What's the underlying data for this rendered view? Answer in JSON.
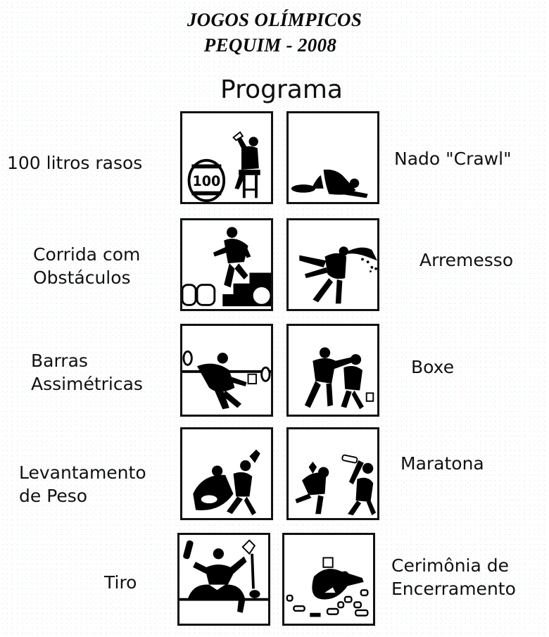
{
  "header": {
    "title_line1": "JOGOS OLÍMPICOS",
    "title_line2": "PEQUIM - 2008",
    "subtitle": "Programa"
  },
  "events": [
    {
      "label_lines": [
        "100 litros rasos"
      ],
      "side": "left",
      "pictogram": "barrel-drinker-icon",
      "barrel_text": "100"
    },
    {
      "label_lines": [
        "Nado \"Crawl\""
      ],
      "side": "right",
      "pictogram": "crawling-man-icon"
    },
    {
      "label_lines": [
        "Corrida com",
        "Obstáculos"
      ],
      "side": "left",
      "pictogram": "stumbling-over-barrels-icon"
    },
    {
      "label_lines": [
        "Arremesso"
      ],
      "side": "right",
      "pictogram": "vomiting-man-icon"
    },
    {
      "label_lines": [
        "Barras",
        "Assimétricas"
      ],
      "side": "left",
      "pictogram": "bar-counter-fall-icon"
    },
    {
      "label_lines": [
        "Boxe"
      ],
      "side": "right",
      "pictogram": "bar-fight-icon"
    },
    {
      "label_lines": [
        "Levantamento",
        "de Peso"
      ],
      "side": "left",
      "pictogram": "carrying-drunk-icon"
    },
    {
      "label_lines": [
        "Maratona"
      ],
      "side": "right",
      "pictogram": "police-chase-icon"
    },
    {
      "label_lines": [
        "Tiro"
      ],
      "side": "left",
      "pictogram": "bottle-pouring-icon"
    },
    {
      "label_lines": [
        "Cerimônia de",
        "Encerramento"
      ],
      "side": "right",
      "pictogram": "passed-out-among-bottles-icon"
    }
  ]
}
